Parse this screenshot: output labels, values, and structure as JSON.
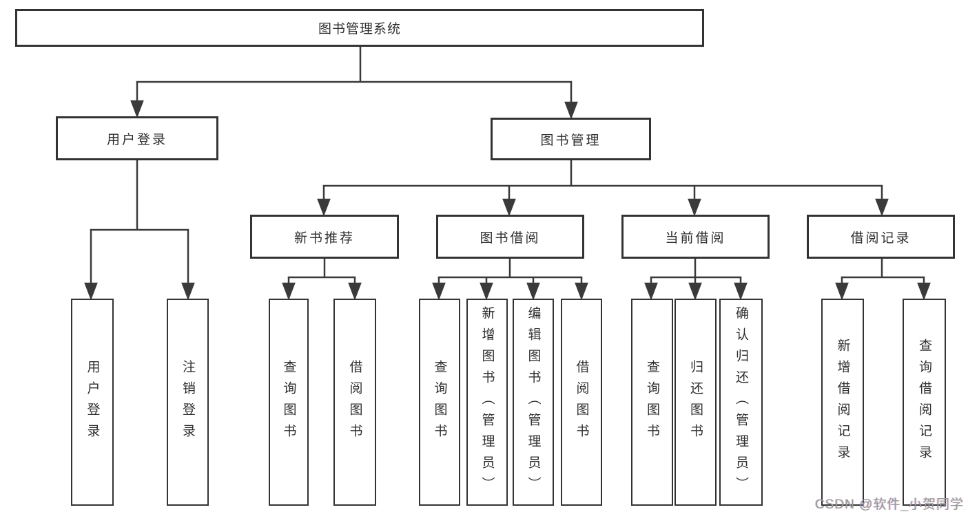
{
  "colors": {
    "line": "#3a3a3a",
    "box_border": "#333333",
    "box_fill": "#ffffff",
    "text": "#2f2f2f",
    "watermark_text": "#9b9b9b"
  },
  "diagram": {
    "root": {
      "label": "图书管理系统"
    },
    "branches": [
      {
        "label": "用户登录",
        "children": [
          {
            "label": "用户登录"
          },
          {
            "label": "注销登录"
          }
        ]
      },
      {
        "label": "图书管理",
        "children": [
          {
            "label": "新书推荐",
            "children": [
              {
                "label": "查询图书"
              },
              {
                "label": "借阅图书"
              }
            ]
          },
          {
            "label": "图书借阅",
            "children": [
              {
                "label": "查询图书"
              },
              {
                "label": "新增图书（管理员）"
              },
              {
                "label": "编辑图书（管理员）"
              },
              {
                "label": "借阅图书"
              }
            ]
          },
          {
            "label": "当前借阅",
            "children": [
              {
                "label": "查询图书"
              },
              {
                "label": "归还图书"
              },
              {
                "label": "确认归还（管理员）"
              }
            ]
          },
          {
            "label": "借阅记录",
            "children": [
              {
                "label": "新增借阅记录"
              },
              {
                "label": "查询借阅记录"
              }
            ]
          }
        ]
      }
    ]
  },
  "watermark": {
    "text": "CSDN @软件_小贺同学"
  }
}
